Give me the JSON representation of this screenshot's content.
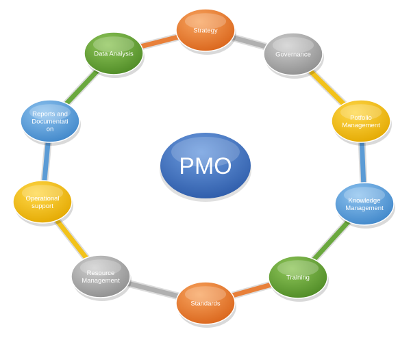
{
  "diagram": {
    "center": {
      "label": "PMO",
      "color": "#3a6fc4"
    },
    "nodes": [
      {
        "id": "strategy",
        "lines": [
          "Strategy"
        ],
        "color": "orange"
      },
      {
        "id": "governance",
        "lines": [
          "Governance"
        ],
        "color": "gray"
      },
      {
        "id": "portfolio-management",
        "lines": [
          "Potfolio",
          "Management"
        ],
        "color": "yellow"
      },
      {
        "id": "knowledge-management",
        "lines": [
          "Knowledge",
          "Management"
        ],
        "color": "blue"
      },
      {
        "id": "training",
        "lines": [
          "Training"
        ],
        "color": "green"
      },
      {
        "id": "standards",
        "lines": [
          "Standards"
        ],
        "color": "orange"
      },
      {
        "id": "resource-management",
        "lines": [
          "Resource",
          "Management"
        ],
        "color": "gray"
      },
      {
        "id": "operational-support",
        "lines": [
          "Operational",
          "support"
        ],
        "color": "yellow"
      },
      {
        "id": "reports-and-documentation",
        "lines": [
          "Reports and",
          "Documentati",
          "on"
        ],
        "color": "blue"
      },
      {
        "id": "data-analysis",
        "lines": [
          "Data Analysis"
        ],
        "color": "green"
      }
    ],
    "palette": {
      "orange": {
        "light": "#f8a560",
        "dark": "#d9641a",
        "ring": "#e8803a"
      },
      "gray": {
        "light": "#cfcfcf",
        "dark": "#8e8e8e",
        "ring": "#b0b0b0"
      },
      "yellow": {
        "light": "#ffd84a",
        "dark": "#e3a800",
        "ring": "#f2c21a"
      },
      "blue": {
        "light": "#8ec3ef",
        "dark": "#3f86c9",
        "ring": "#5b9bd5"
      },
      "green": {
        "light": "#8fc65a",
        "dark": "#4e8a25",
        "ring": "#6aa83e"
      }
    }
  }
}
